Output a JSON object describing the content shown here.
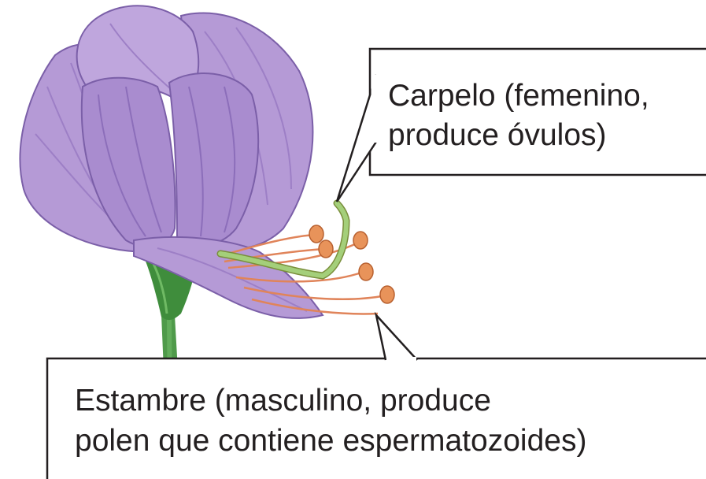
{
  "labels": {
    "carpel": {
      "line1": "Carpelo (femenino,",
      "line2": "produce óvulos)"
    },
    "stamen": {
      "line1": "Estambre (masculino, produce",
      "line2": "polen que contiene espermatozoides)"
    }
  },
  "colors": {
    "petal": "#b59ad6",
    "petal_inner": "#9d7fc6",
    "petal_outline": "#7b5fa8",
    "stem": "#4f9a4a",
    "sepal": "#3f8d3c",
    "carpel_style": "#a4cf7a",
    "filament": "#e0845a",
    "anther": "#e8935a",
    "callout_border": "#231f20"
  }
}
